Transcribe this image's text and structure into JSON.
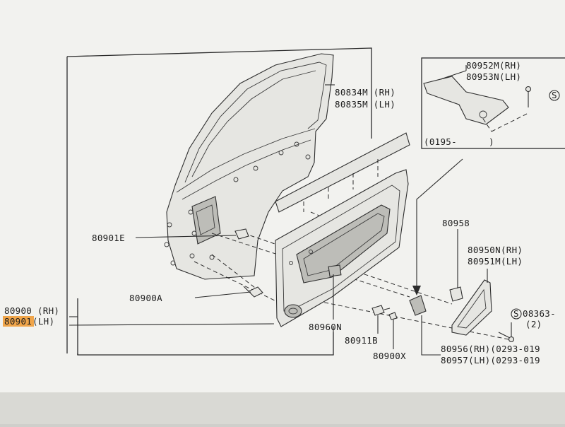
{
  "diagram": {
    "labels": {
      "weatherstrip": {
        "rh": "80834M (RH)",
        "lh": "80835M (LH)"
      },
      "bracket": {
        "rh": "80952M(RH)",
        "lh": "80953N(LH)"
      },
      "bolt_symbol": "S",
      "inset_date": "(0195-",
      "inset_close": ")",
      "p80958": "80958",
      "pull_handle": {
        "rh": "80950N(RH)",
        "lh": "80951M(LH)"
      },
      "p80901e": "80901E",
      "p80900a": "80900A",
      "trim_set": {
        "rh": "80900 (RH)",
        "lh_num": "80901",
        "lh_side": " (LH)"
      },
      "p80960n": "80960N",
      "p80911b": "80911B",
      "p80900x": "80900X",
      "screw": {
        "symbol": "S",
        "num": "08363-",
        "qty": "(2)"
      },
      "switch_bezel": {
        "rh": "80956(RH)(0293-019",
        "lh": "80957(LH)(0293-019"
      }
    },
    "highlight_color": "#f0a54a",
    "background_color": "#cfcfcb",
    "paper_color": "#f2f2ef"
  }
}
